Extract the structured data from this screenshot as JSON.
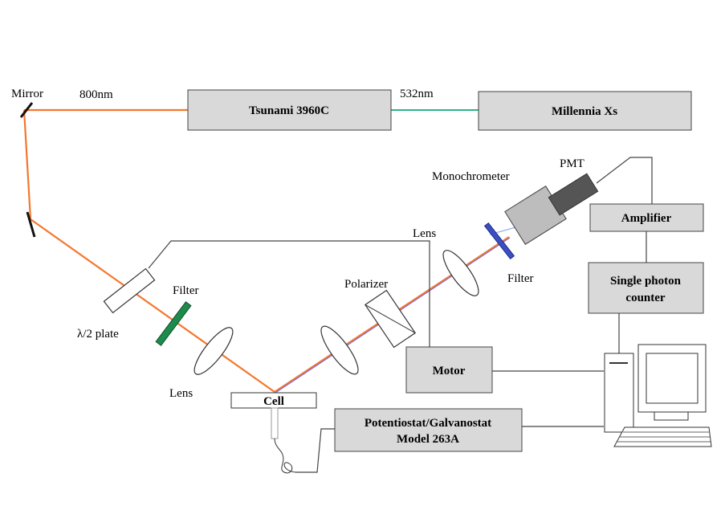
{
  "boxes": {
    "tsunami": "Tsunami 3960C",
    "millennia": "Millennia Xs",
    "amplifier": "Amplifier",
    "counter_line1": "Single photon",
    "counter_line2": "counter",
    "motor": "Motor",
    "cell": "Cell",
    "potentiostat_line1": "Potentiostat/Galvanostat",
    "potentiostat_line2": "Model 263A"
  },
  "labels": {
    "mirror": "Mirror",
    "wavelength_800": "800nm",
    "wavelength_532": "532nm",
    "monochromator": "Monochrometer",
    "pmt": "PMT",
    "lens_upper": "Lens",
    "lens_lower": "Lens",
    "filter_left": "Filter",
    "filter_right": "Filter",
    "polarizer": "Polarizer",
    "half_wave_plate": "λ/2 plate"
  },
  "colors": {
    "laser_800nm": "#f4772e",
    "laser_532nm": "#2bb38a",
    "signal_beam": "#7b6fd0",
    "filter_left": "#1e8a4c",
    "filter_right": "#3b4fc4",
    "box_fill": "#d9d9d9"
  }
}
